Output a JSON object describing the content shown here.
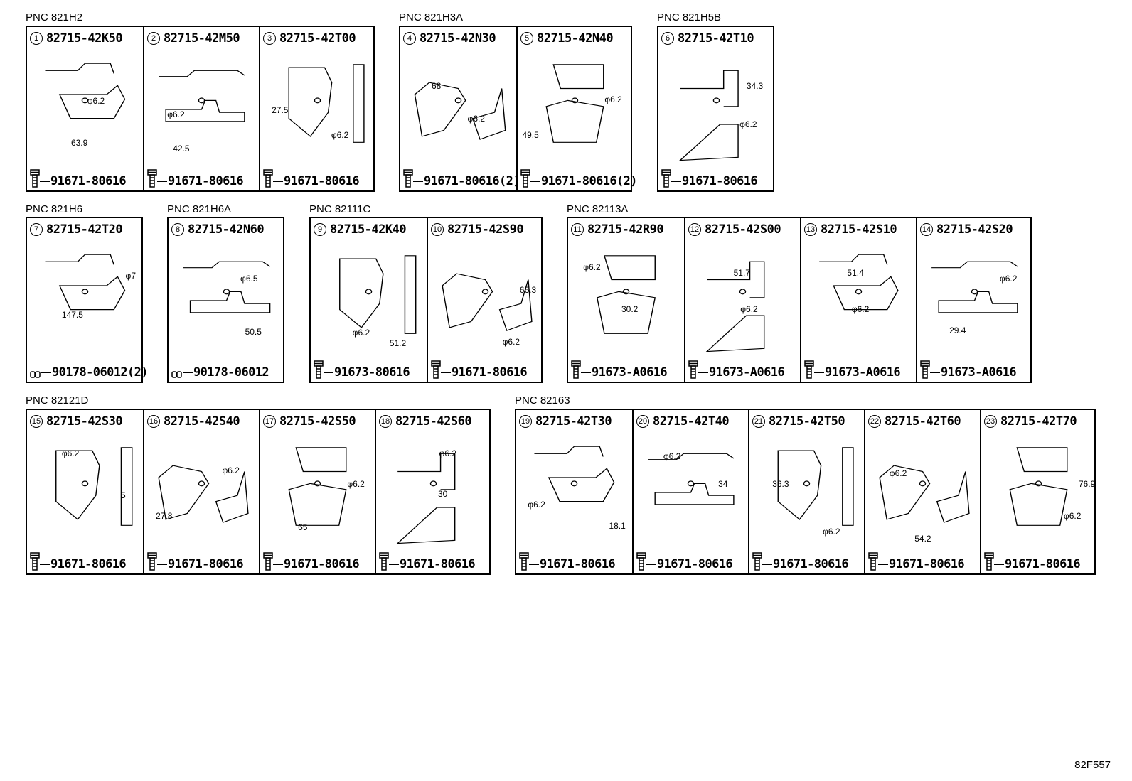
{
  "drawing_code": "82F557",
  "groups": [
    {
      "pnc": "PNC 821H2",
      "cells": [
        {
          "num": "1",
          "part": "82715-42K50",
          "fastener": "91671-80616",
          "fastener_icon": "bolt-icon",
          "dims": [
            "φ6.2",
            "63.9"
          ]
        },
        {
          "num": "2",
          "part": "82715-42M50",
          "fastener": "91671-80616",
          "fastener_icon": "bolt-icon",
          "dims": [
            "φ6.2",
            "42.5"
          ]
        },
        {
          "num": "3",
          "part": "82715-42T00",
          "fastener": "91671-80616",
          "fastener_icon": "bolt-icon",
          "dims": [
            "27.5",
            "φ6.2"
          ]
        }
      ]
    },
    {
      "pnc": "PNC 821H3A",
      "cells": [
        {
          "num": "4",
          "part": "82715-42N30",
          "fastener": "91671-80616(2)",
          "fastener_icon": "bolt-icon",
          "dims": [
            "68",
            "φ6.2"
          ]
        },
        {
          "num": "5",
          "part": "82715-42N40",
          "fastener": "91671-80616(2)",
          "fastener_icon": "bolt-icon",
          "dims": [
            "φ6.2",
            "49.5"
          ]
        }
      ]
    },
    {
      "pnc": "PNC 821H5B",
      "cells": [
        {
          "num": "6",
          "part": "82715-42T10",
          "fastener": "91671-80616",
          "fastener_icon": "bolt-icon",
          "dims": [
            "34.3",
            "φ6.2"
          ]
        }
      ]
    },
    {
      "pnc": "PNC 821H6",
      "cells": [
        {
          "num": "7",
          "part": "82715-42T20",
          "fastener": "90178-06012(2)",
          "fastener_icon": "nut-icon",
          "dims": [
            "φ7",
            "147.5"
          ]
        }
      ]
    },
    {
      "pnc": "PNC 821H6A",
      "cells": [
        {
          "num": "8",
          "part": "82715-42N60",
          "fastener": "90178-06012",
          "fastener_icon": "nut-icon",
          "dims": [
            "φ6.5",
            "50.5"
          ]
        }
      ]
    },
    {
      "pnc": "PNC 82111C",
      "cells": [
        {
          "num": "9",
          "part": "82715-42K40",
          "fastener": "91673-80616",
          "fastener_icon": "bolt-icon",
          "dims": [
            "φ6.2",
            "51.2"
          ]
        },
        {
          "num": "10",
          "part": "82715-42S90",
          "fastener": "91671-80616",
          "fastener_icon": "bolt-icon",
          "dims": [
            "66.3",
            "φ6.2"
          ]
        }
      ]
    },
    {
      "pnc": "PNC 82113A",
      "cells": [
        {
          "num": "11",
          "part": "82715-42R90",
          "fastener": "91673-A0616",
          "fastener_icon": "bolt-icon",
          "dims": [
            "φ6.2",
            "30.2"
          ]
        },
        {
          "num": "12",
          "part": "82715-42S00",
          "fastener": "91673-A0616",
          "fastener_icon": "bolt-icon",
          "dims": [
            "51.7",
            "φ6.2"
          ]
        },
        {
          "num": "13",
          "part": "82715-42S10",
          "fastener": "91673-A0616",
          "fastener_icon": "bolt-icon",
          "dims": [
            "51.4",
            "φ6.2"
          ]
        },
        {
          "num": "14",
          "part": "82715-42S20",
          "fastener": "91673-A0616",
          "fastener_icon": "bolt-icon",
          "dims": [
            "φ6.2",
            "29.4"
          ]
        }
      ]
    },
    {
      "pnc": "PNC 82121D",
      "cells": [
        {
          "num": "15",
          "part": "82715-42S30",
          "fastener": "91671-80616",
          "fastener_icon": "bolt-icon",
          "dims": [
            "φ6.2",
            "5"
          ]
        },
        {
          "num": "16",
          "part": "82715-42S40",
          "fastener": "91671-80616",
          "fastener_icon": "bolt-icon",
          "dims": [
            "φ6.2",
            "27.8"
          ]
        },
        {
          "num": "17",
          "part": "82715-42S50",
          "fastener": "91671-80616",
          "fastener_icon": "bolt-icon",
          "dims": [
            "φ6.2",
            "65"
          ]
        },
        {
          "num": "18",
          "part": "82715-42S60",
          "fastener": "91671-80616",
          "fastener_icon": "bolt-icon",
          "dims": [
            "φ6.2",
            "30"
          ]
        }
      ]
    },
    {
      "pnc": "PNC 82163",
      "cells": [
        {
          "num": "19",
          "part": "82715-42T30",
          "fastener": "91671-80616",
          "fastener_icon": "bolt-icon",
          "dims": [
            "φ6.2",
            "18.1"
          ]
        },
        {
          "num": "20",
          "part": "82715-42T40",
          "fastener": "91671-80616",
          "fastener_icon": "bolt-icon",
          "dims": [
            "φ6.2",
            "34"
          ]
        },
        {
          "num": "21",
          "part": "82715-42T50",
          "fastener": "91671-80616",
          "fastener_icon": "bolt-icon",
          "dims": [
            "36.3",
            "φ6.2"
          ]
        },
        {
          "num": "22",
          "part": "82715-42T60",
          "fastener": "91671-80616",
          "fastener_icon": "bolt-icon",
          "dims": [
            "φ6.2",
            "54.2"
          ]
        },
        {
          "num": "23",
          "part": "82715-42T70",
          "fastener": "91671-80616",
          "fastener_icon": "bolt-icon",
          "dims": [
            "76.9",
            "φ6.2"
          ]
        }
      ]
    }
  ]
}
